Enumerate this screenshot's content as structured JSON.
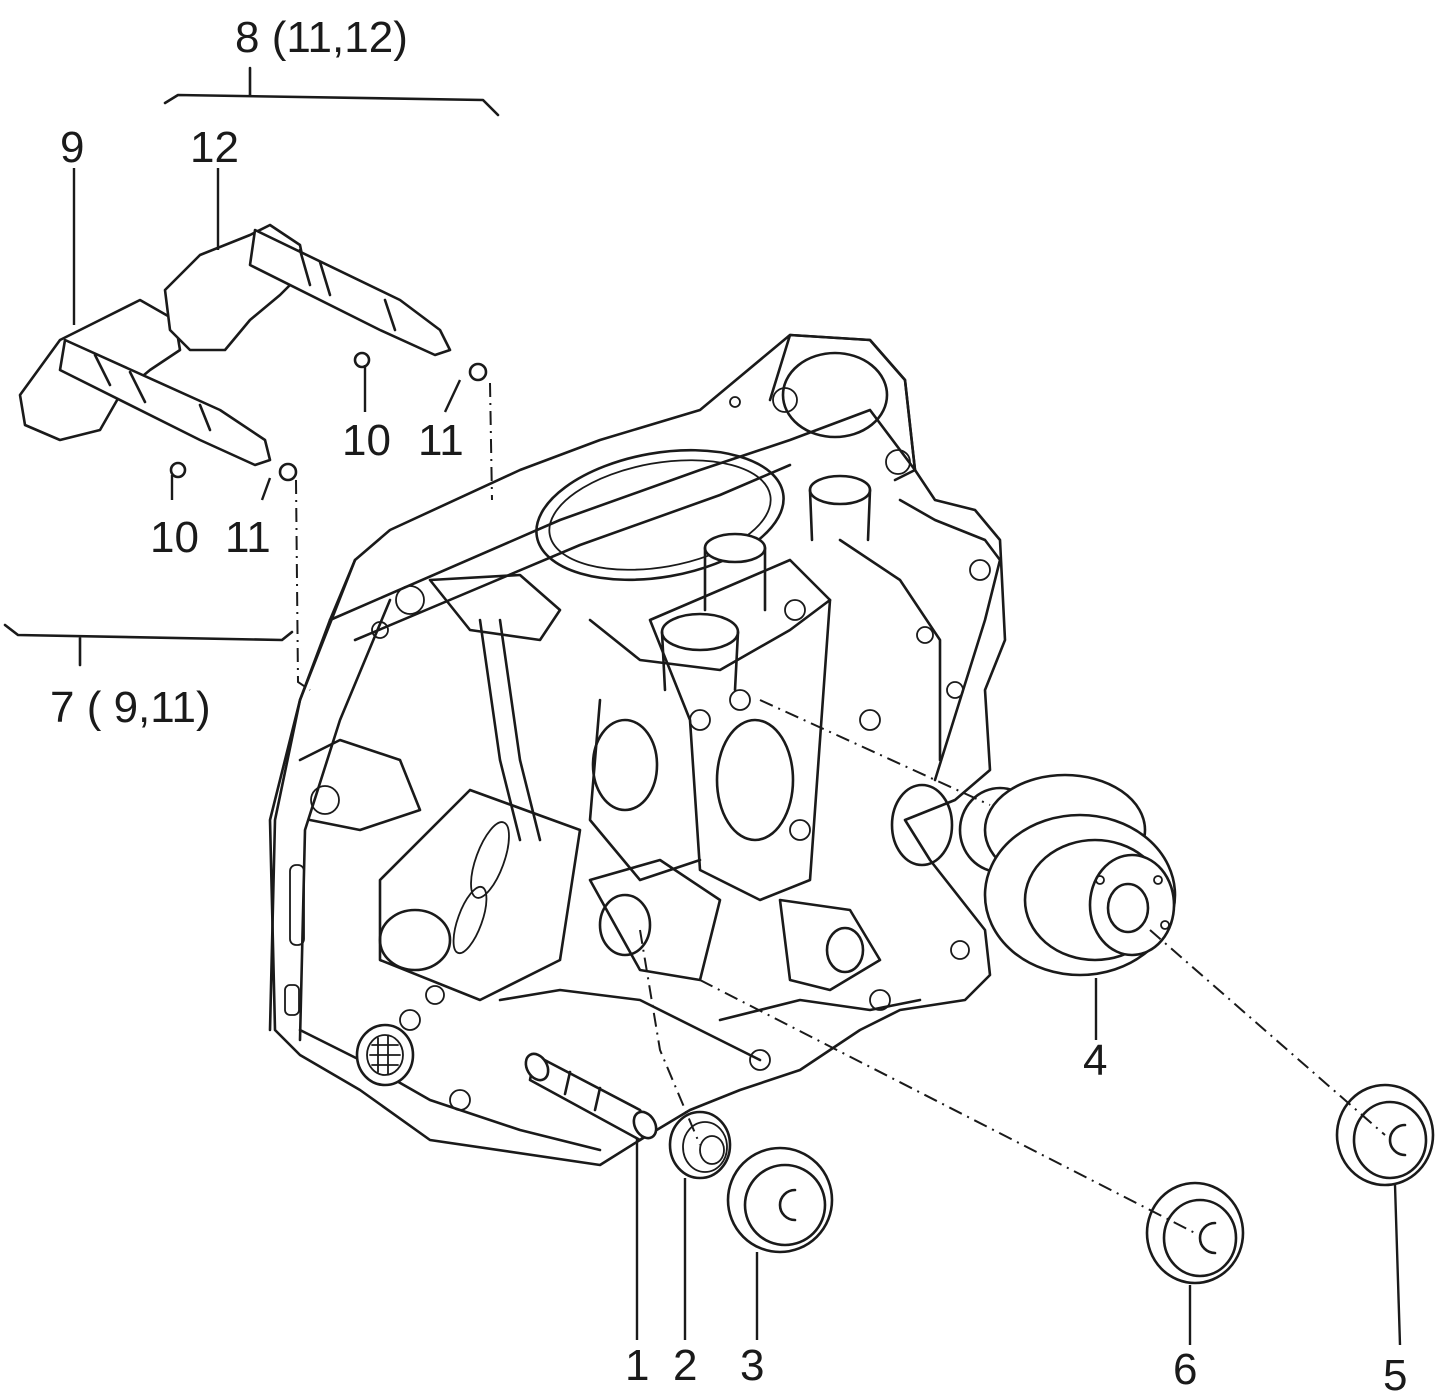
{
  "labels": {
    "part_1": "1",
    "part_2": "2",
    "part_3": "3",
    "part_4": "4",
    "part_5": "5",
    "part_6": "6",
    "part_7": "7 ( 9,11)",
    "part_8": "8 (11,12)",
    "part_9": "9",
    "part_10a": "10",
    "part_10b": "10",
    "part_11a": "11",
    "part_11b": "11",
    "part_12": "12"
  },
  "colors": {
    "ink": "#1a1a1a",
    "paper": "#ffffff"
  }
}
